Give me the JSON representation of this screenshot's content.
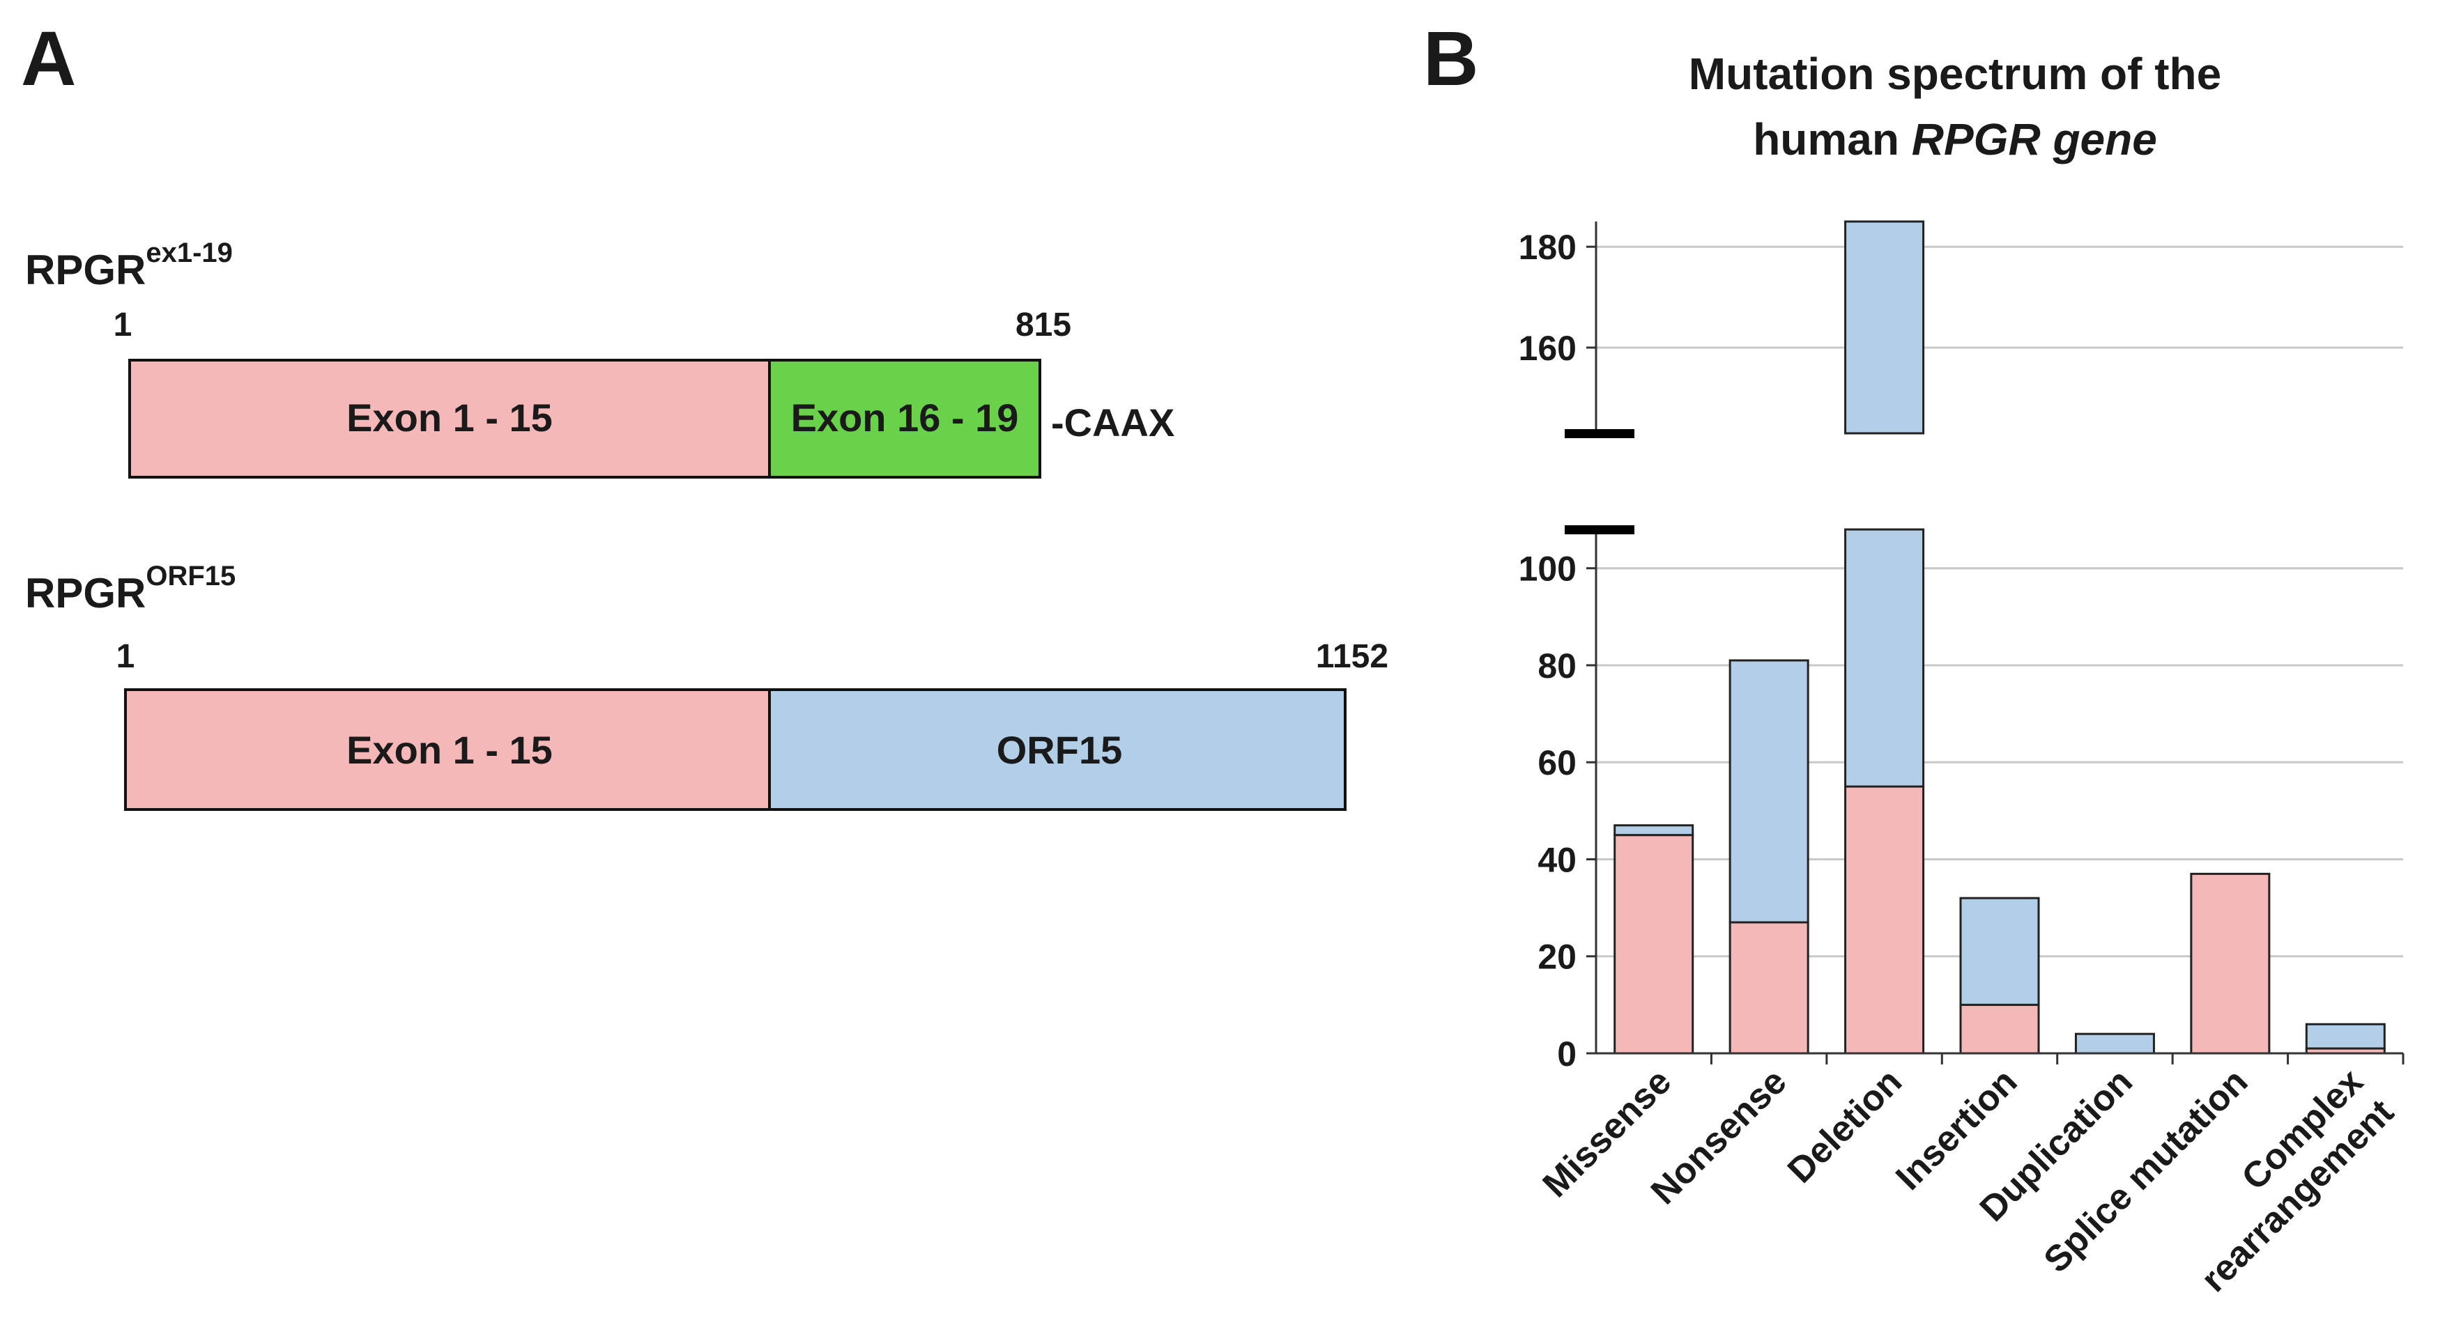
{
  "panel_a": {
    "letter": "A",
    "constructs": [
      {
        "name": "RPGR",
        "superscript": "ex1-19",
        "start": "1",
        "end": "815",
        "segments": [
          {
            "label": "Exon 1 - 15",
            "color": "#f4b8b8"
          },
          {
            "label": "Exon 16 - 19",
            "color": "#6ad14a"
          }
        ],
        "suffix": "-CAAX"
      },
      {
        "name": "RPGR",
        "superscript": "ORF15",
        "start": "1",
        "end": "1152",
        "segments": [
          {
            "label": "Exon 1 - 15",
            "color": "#f4b8b8"
          },
          {
            "label": "ORF15",
            "color": "#b3cfe7"
          }
        ]
      }
    ]
  },
  "panel_b": {
    "letter": "B",
    "title_line1": "Mutation spectrum of the",
    "title_line2_plain": "human ",
    "title_line2_italic": "RPGR gene"
  },
  "colors": {
    "pink": "#f4b8b8",
    "blue": "#b3cfe7",
    "green": "#6ad14a",
    "grid": "#c8c8c8"
  },
  "chart_data": {
    "type": "bar",
    "stacked": true,
    "broken_y_axis": true,
    "categories": [
      "Missense",
      "Nonsense",
      "Deletion",
      "Insertion",
      "Duplication",
      "Splice mutation",
      "Complex rearrangement"
    ],
    "category_labels": [
      [
        "Missense"
      ],
      [
        "Nonsense"
      ],
      [
        "Deletion"
      ],
      [
        "Insertion"
      ],
      [
        "Duplication"
      ],
      [
        "Splice mutation"
      ],
      [
        "Complex",
        "rearrangement"
      ]
    ],
    "series": [
      {
        "color": "#f4b8b8",
        "values": [
          45,
          27,
          55,
          10,
          0,
          37,
          1
        ]
      },
      {
        "color": "#b3cfe7",
        "values": [
          2,
          54,
          130,
          22,
          4,
          0,
          5
        ]
      }
    ],
    "lower_axis": {
      "ylim": [
        0,
        108
      ],
      "ticks": [
        "0",
        "20",
        "40",
        "60",
        "80",
        "100"
      ]
    },
    "upper_axis": {
      "ylim": [
        143,
        185
      ],
      "ticks": [
        "160",
        "180"
      ]
    },
    "grid": true
  }
}
